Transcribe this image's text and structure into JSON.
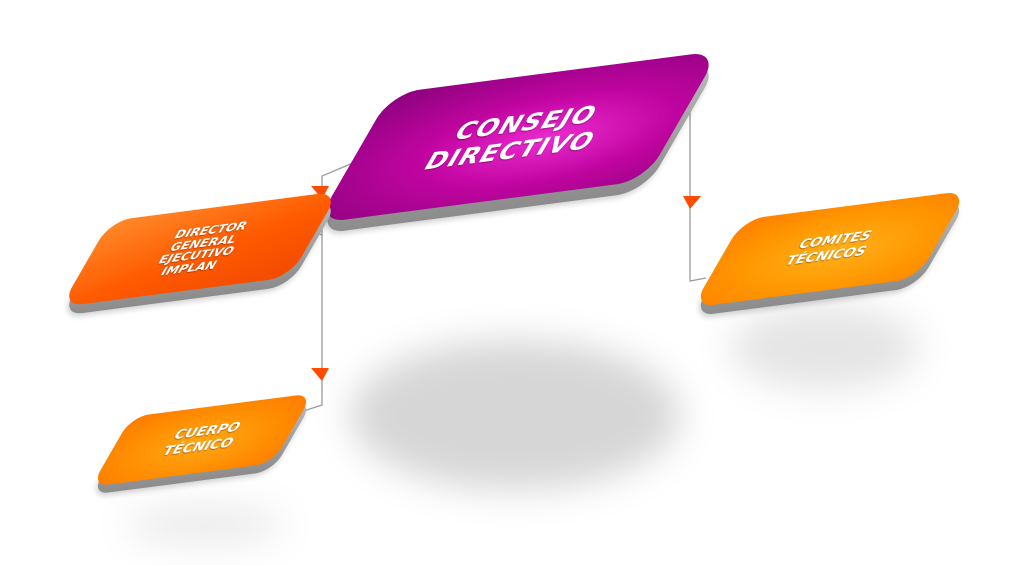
{
  "nodes": {
    "consejo": "CONSEJO\nDIRECTIVO",
    "director": "DIRECTOR\nGENERAL\nEJECUTIVO\nIMPLAN",
    "comites": "COMITES\nTÉCNICOS",
    "cuerpo": "CUERPO\nTÉCNICO"
  },
  "colors": {
    "consejo": "#c0049f",
    "director": "#ff5a00",
    "comites": "#ff9600",
    "cuerpo": "#ff8c00",
    "arrow": "#ff4a00",
    "line": "#9a9a9a"
  }
}
